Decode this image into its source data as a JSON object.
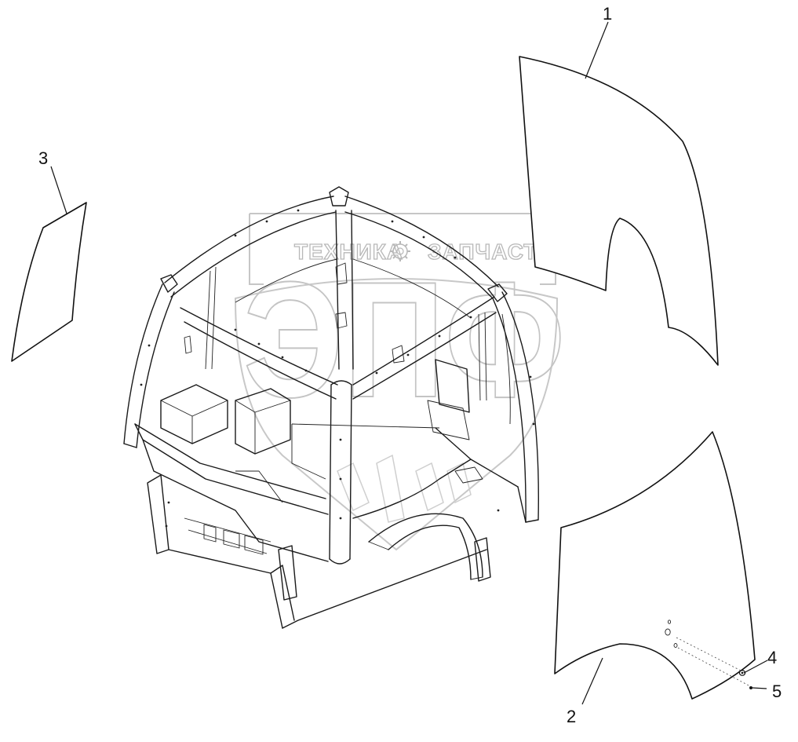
{
  "diagram": {
    "watermark": {
      "line1_left": "ТЕХНИКА",
      "line1_right": "ЗАПЧАСТИ",
      "monogram": "ЭПФ"
    },
    "callouts": [
      "1",
      "2",
      "3",
      "4",
      "5"
    ],
    "colors": {
      "line": "#1a1a1a",
      "watermark": "#b8b8b8",
      "background": "#ffffff"
    },
    "icons": {
      "watermark_gear": "gear-icon"
    }
  }
}
